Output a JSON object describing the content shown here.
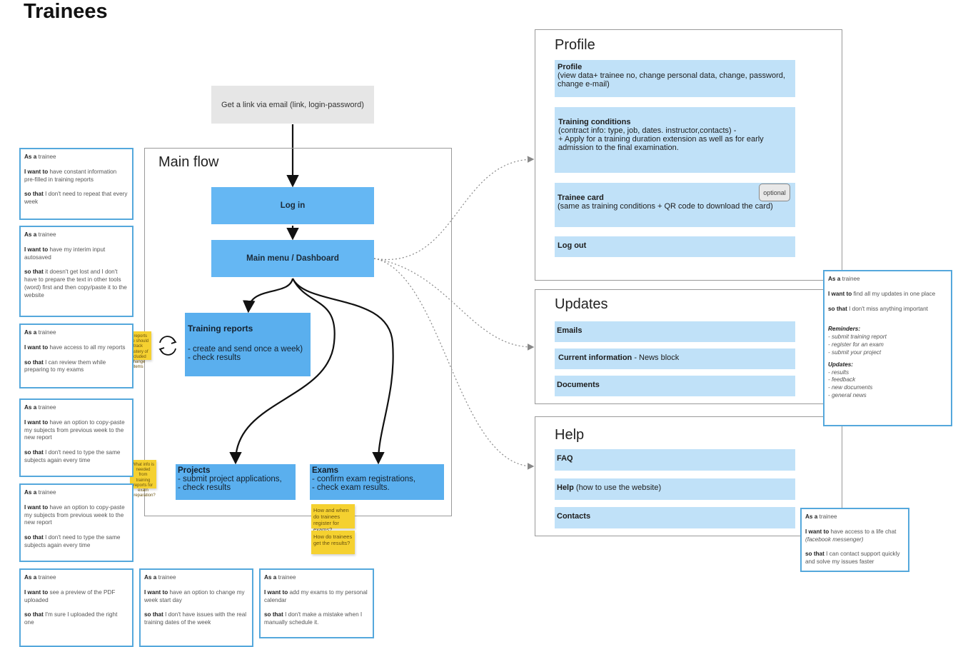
{
  "title": "Trainees",
  "start": {
    "label": "Get a link via email (link, login-password)"
  },
  "main_flow": {
    "title": "Main flow",
    "login": "Log in",
    "dashboard": "Main menu / Dashboard",
    "training_reports": {
      "title": "Training reports",
      "line1": "- create and send once a week)",
      "line2": "- check results"
    },
    "projects": {
      "title": "Projects",
      "line1": "- submit project applications,",
      "line2": "- check results"
    },
    "exams": {
      "title": "Exams",
      "line1": "- confirm exam registrations,",
      "line2": "- check exam results."
    }
  },
  "profile": {
    "title": "Profile",
    "items": [
      {
        "title": "Profile",
        "desc": "(view data+ trainee no, change personal data, change, password, change e-mail)"
      },
      {
        "title": "Training conditions",
        "desc": "(contract info: type, job, dates. instructor,contacts) -\n+ Apply for a training duration extension as well as for early admission to the final examination."
      },
      {
        "title": "Trainee card",
        "desc": "(same as training conditions + QR code to download the card)",
        "badge": "optional"
      },
      {
        "title": "Log out",
        "desc": ""
      }
    ]
  },
  "updates": {
    "title": "Updates",
    "items": [
      {
        "title": "Emails",
        "desc": ""
      },
      {
        "title": "Current information",
        "desc": " - News block"
      },
      {
        "title": "Documents",
        "desc": ""
      }
    ]
  },
  "help": {
    "title": "Help",
    "items": [
      {
        "title": "FAQ",
        "desc": ""
      },
      {
        "title": "Help",
        "desc": " (how to use the website)"
      },
      {
        "title": "Contacts",
        "desc": ""
      }
    ]
  },
  "stories_left": [
    {
      "as": "trainee",
      "want": "have constant information pre-filled in training reports",
      "so": "I don't need to repeat that every week"
    },
    {
      "as": "trainee",
      "want": "have my interim input autosaved",
      "so": "it doesn't get lost and I don't have to prepare the text in other tools (word) first and then copy/paste it to the website"
    },
    {
      "as": "trainee",
      "want": "have access to all my reports",
      "so": "I can review them while preparing to my exams"
    },
    {
      "as": "trainee",
      "want": "have an option to copy-paste my subjects from previous week to the new report",
      "so": "I don't need to type the same subjects again every time"
    },
    {
      "as": "trainee",
      "want": "have an option to copy-paste my subjects from previous week to the new report",
      "so": "I don't need to type the same subjects again every time"
    }
  ],
  "stories_bottom": [
    {
      "as": "trainee",
      "want": "see a preview of the PDF uploaded",
      "so": "I'm sure I uploaded the right one"
    },
    {
      "as": "trainee",
      "want": "have an option to change my week start day",
      "so": "I don't have issues with the real training dates of the week"
    },
    {
      "as": "trainee",
      "want": "add my exams to my personal calendar",
      "so": "I don't make a mistake when I manually schedule it."
    }
  ],
  "story_updates": {
    "as": "trainee",
    "want": "find all my updates in one place",
    "so": "I don't miss anything important",
    "reminders_title": "Reminders:",
    "reminders": [
      "- submit training report",
      "- register for an exam",
      "- submit your project"
    ],
    "updates_title": "Updates:",
    "updates": [
      "- results",
      "- feedback",
      "- new documents",
      "- general news"
    ]
  },
  "story_help": {
    "as": "trainee",
    "want": "have access to a life chat",
    "want_note": "(facebook messenger)",
    "so": "I can contact support quickly and solve my issues faster"
  },
  "labels": {
    "as_a": "As a",
    "i_want_to": "I want to",
    "so_that": "so that"
  },
  "stickies": {
    "reports_note": "In reports one should track mastery of included change items",
    "subjects_note": "What info is needed from training reports for exam preparation?",
    "exam_register": "How and when do trainees register for exams?",
    "exam_results": "How do trainees get the results?"
  },
  "colors": {
    "primary_blue": "#65b7f3",
    "light_blue": "#c0e1f8",
    "story_border": "#55a8dc",
    "sticky": "#f5d130"
  },
  "icons": {
    "sync": "refresh-cycle-icon"
  }
}
